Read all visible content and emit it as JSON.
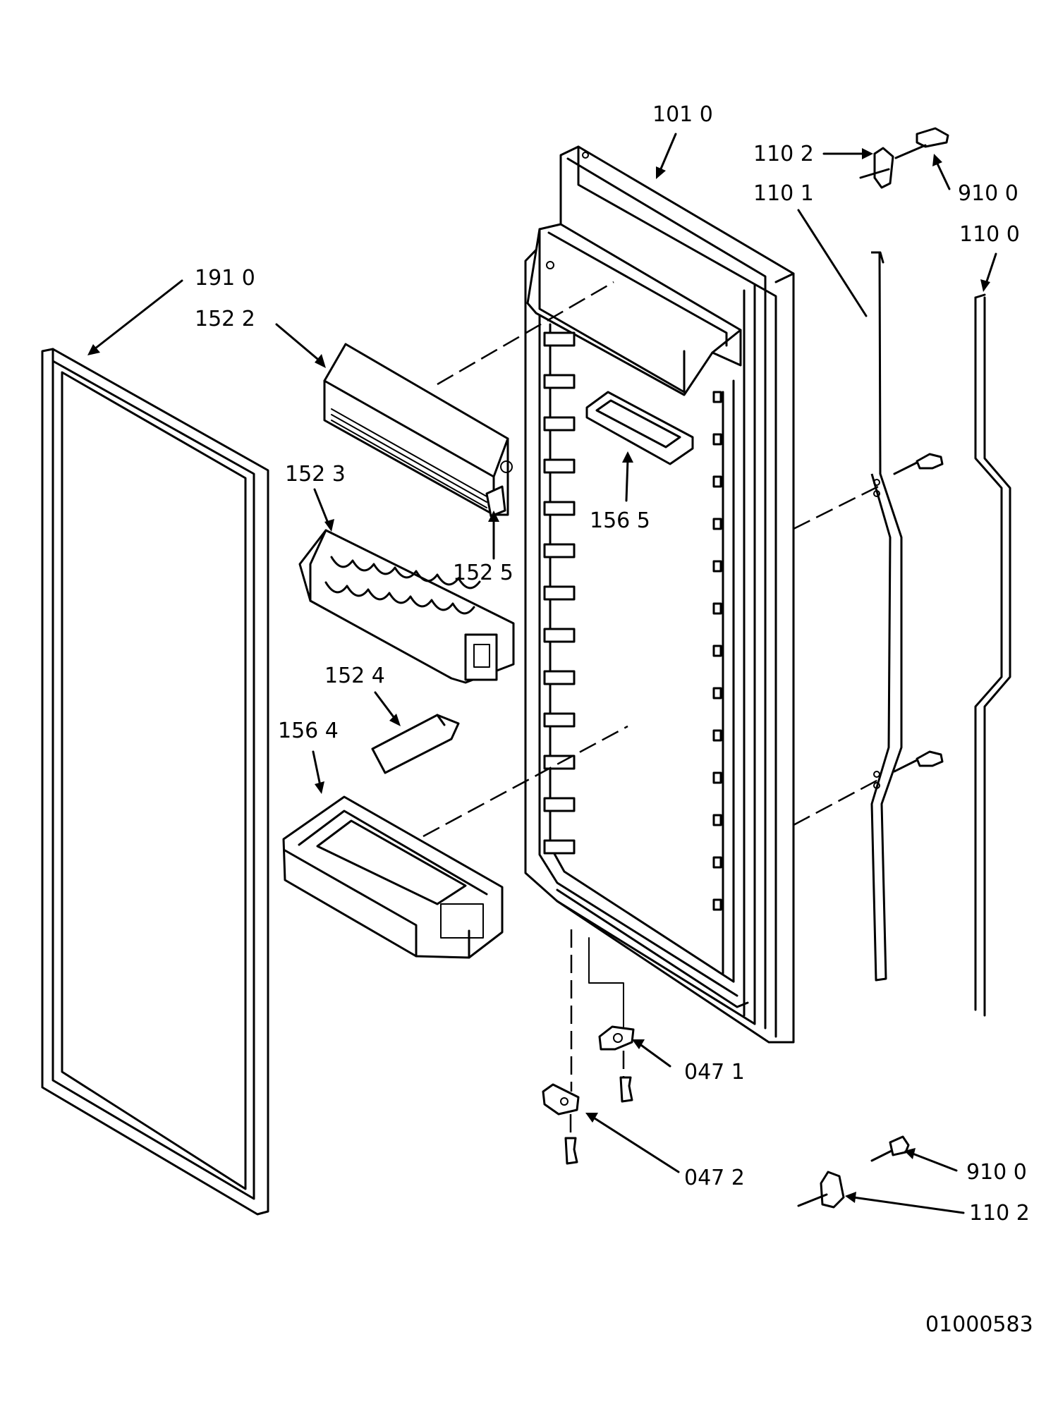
{
  "labels": {
    "p101_0": "101 0",
    "p110_2_top": "110 2",
    "p910_0_top": "910 0",
    "p110_1": "110 1",
    "p110_0": "110 0",
    "p191_0": "191 0",
    "p152_2": "152 2",
    "p152_3": "152 3",
    "p156_5": "156 5",
    "p152_5": "152 5",
    "p152_4": "152 4",
    "p156_4": "156 4",
    "p047_1": "047 1",
    "p047_2": "047 2",
    "p910_0_bottom": "910 0",
    "p110_2_bottom": "110 2",
    "drawing_number": "01000583"
  }
}
